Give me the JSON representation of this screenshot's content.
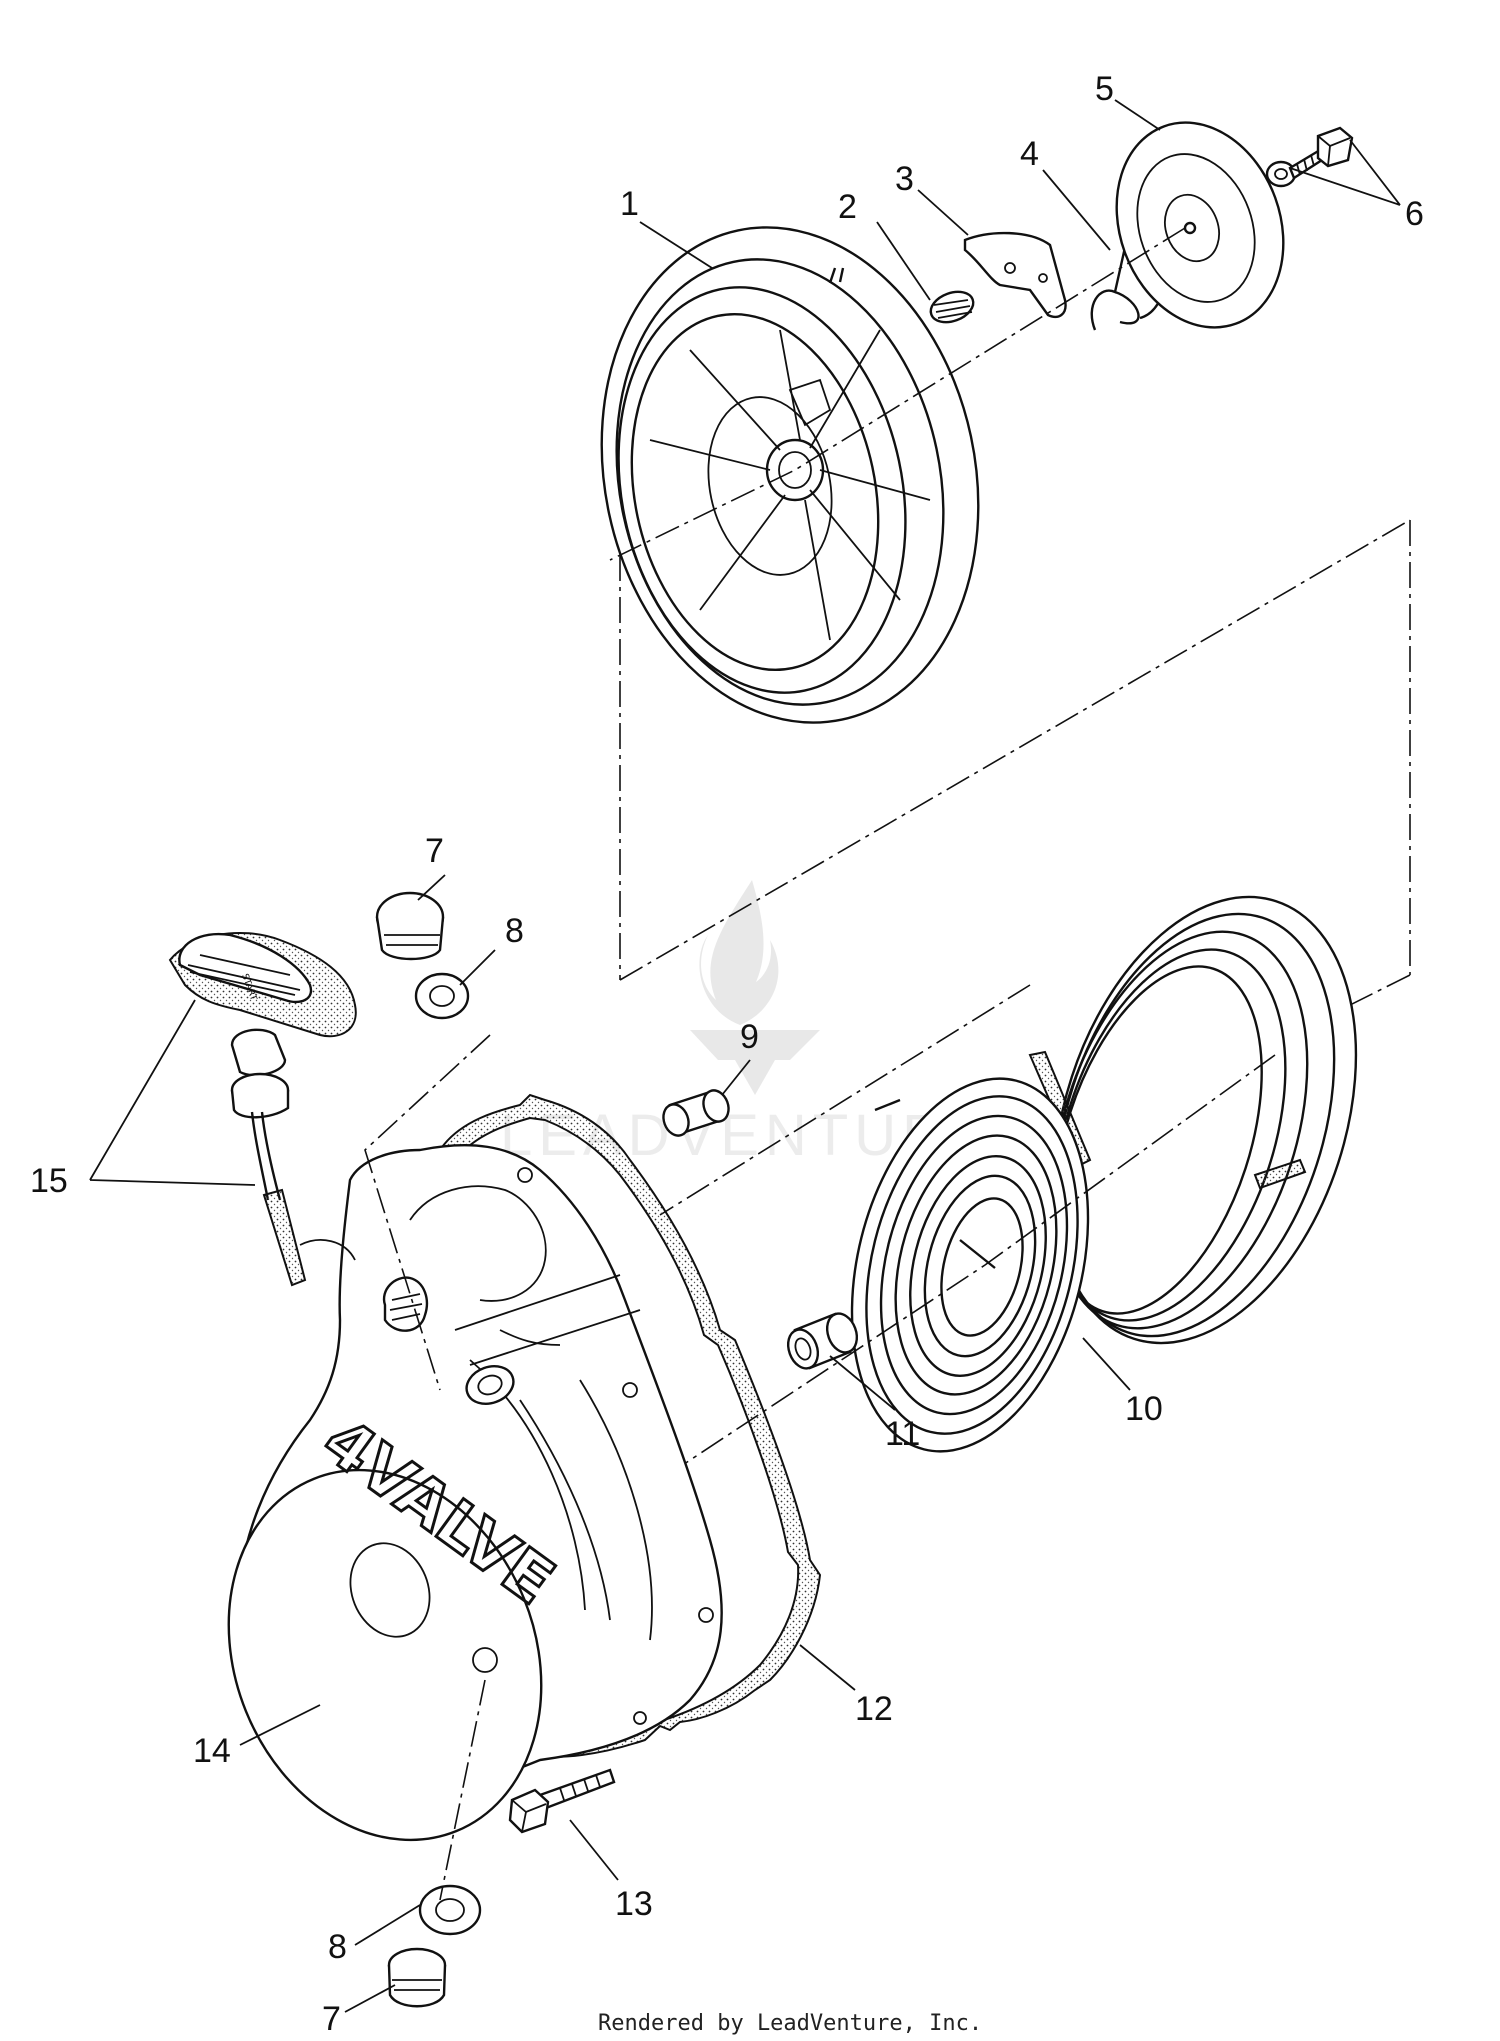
{
  "diagram": {
    "callouts": [
      {
        "id": "c1",
        "label": "1"
      },
      {
        "id": "c2",
        "label": "2"
      },
      {
        "id": "c3",
        "label": "3"
      },
      {
        "id": "c4",
        "label": "4"
      },
      {
        "id": "c5",
        "label": "5"
      },
      {
        "id": "c6",
        "label": "6"
      },
      {
        "id": "c7a",
        "label": "7"
      },
      {
        "id": "c8a",
        "label": "8"
      },
      {
        "id": "c9",
        "label": "9"
      },
      {
        "id": "c10",
        "label": "10"
      },
      {
        "id": "c11",
        "label": "11"
      },
      {
        "id": "c12",
        "label": "12"
      },
      {
        "id": "c13",
        "label": "13"
      },
      {
        "id": "c14",
        "label": "14"
      },
      {
        "id": "c15",
        "label": "15"
      },
      {
        "id": "c8b",
        "label": "8"
      },
      {
        "id": "c7b",
        "label": "7"
      }
    ],
    "housing_emboss": "4VALVE",
    "handle_text": "START",
    "watermark": "LEADVENTURE",
    "footer": "Rendered by LeadVenture, Inc."
  }
}
